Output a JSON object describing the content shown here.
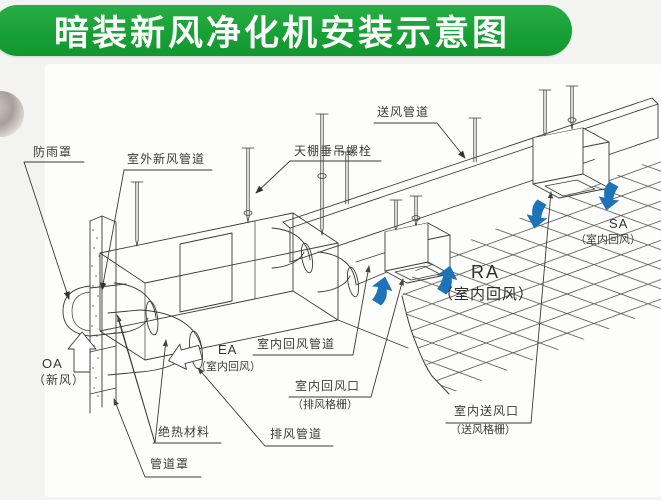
{
  "banner": {
    "title": "暗装新风净化机安装示意图",
    "bg_color": "#17a035",
    "text_color": "#ffffff"
  },
  "colors": {
    "line": "#3a3a3a",
    "blue_arrow": "#1d72b8",
    "page_bg": "#f3f3f1",
    "panel_bg": "#fdfdfc"
  },
  "labels": {
    "rain_cover": "防雨罩",
    "outdoor_fresh_air_duct": "室外新风管道",
    "ceiling_hanger_bolt": "天棚垂吊螺栓",
    "supply_air_duct": "送风管道",
    "sa_code": "SA",
    "sa_sub": "（室内回风）",
    "ra_code": "RA",
    "ra_sub": "（室内回风）",
    "oa_code": "OA",
    "oa_sub": "（新风）",
    "ea_code": "EA",
    "ea_sub": "（室内回风）",
    "indoor_return_duct": "室内回风管道",
    "indoor_return_inlet": "室内回风口",
    "exhaust_grille_sub": "（排风格栅）",
    "insulation_material": "绝热材料",
    "exhaust_duct": "排风管道",
    "duct_cover": "管道罩",
    "indoor_supply_outlet": "室内送风口",
    "supply_grille_sub": "（送风格栅）"
  }
}
